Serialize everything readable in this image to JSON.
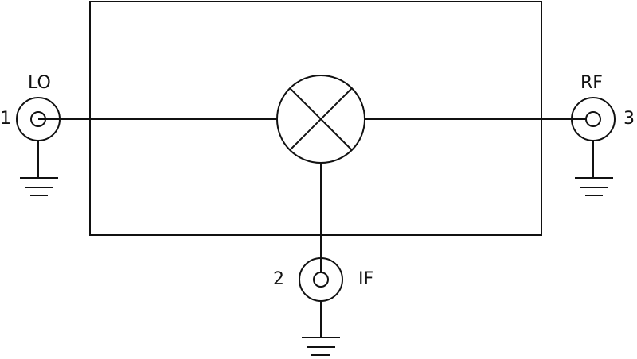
{
  "diagram": {
    "type": "mixer-schematic",
    "stroke_color": "#111111",
    "ports": [
      {
        "id": "lo",
        "name": "LO",
        "number": "1"
      },
      {
        "id": "if",
        "name": "IF",
        "number": "2"
      },
      {
        "id": "rf",
        "name": "RF",
        "number": "3"
      }
    ],
    "center_symbol": "mixer-x-circle"
  }
}
